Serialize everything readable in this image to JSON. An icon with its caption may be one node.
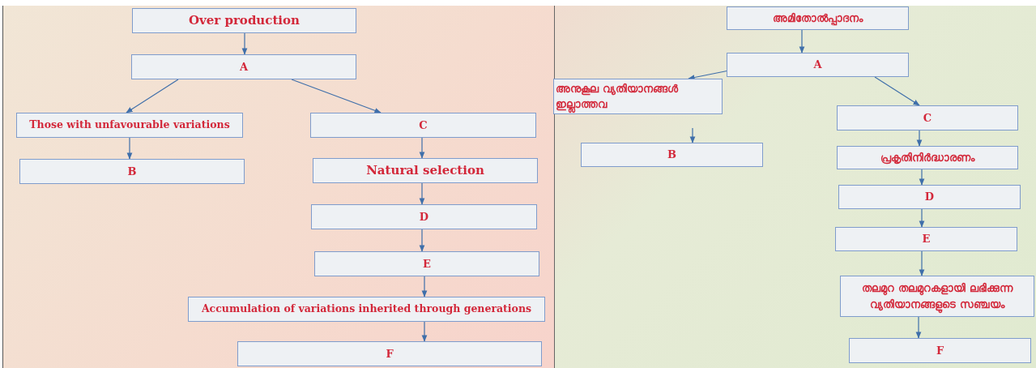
{
  "diagram": {
    "nodes": [
      {
        "text": [
          "Over production"
        ]
      },
      {
        "text": [
          "A"
        ]
      },
      {
        "text": [
          "Those with unfavourable variations"
        ]
      },
      {
        "text": [
          "C"
        ]
      },
      {
        "text": [
          "B"
        ]
      },
      {
        "text": [
          "Natural selection"
        ]
      },
      {
        "text": [
          "D"
        ]
      },
      {
        "text": [
          "E"
        ]
      },
      {
        "text": [
          "Accumulation of variations inherited through generations"
        ]
      },
      {
        "text": [
          "F"
        ]
      },
      {
        "text": [
          "അമിതോൽപ്പാദനം"
        ]
      },
      {
        "text": [
          "A"
        ]
      },
      {
        "text": [
          "അനുകൂല വ്യതിയാനങ്ങൾ ഇല്ലാത്തവ"
        ]
      },
      {
        "text": [
          "C"
        ]
      },
      {
        "text": [
          "B"
        ]
      },
      {
        "text": [
          "പ്രകൃതിനിർദ്ധാരണം"
        ]
      },
      {
        "text": [
          "D"
        ]
      },
      {
        "text": [
          "E"
        ]
      },
      {
        "text": [
          "തലമുറ തലമുറകളായി ലഭിക്കുന്ന വ്യതിയാനങ്ങളുടെ സഞ്ചയം"
        ]
      },
      {
        "text": [
          "F"
        ]
      }
    ],
    "edges": [
      {
        "from": 0,
        "to": 1,
        "arrow": "to"
      },
      {
        "from": 1,
        "to": 2,
        "arrow": "to"
      },
      {
        "from": 1,
        "to": 3,
        "arrow": "to"
      },
      {
        "from": 2,
        "to": 4,
        "arrow": "to"
      },
      {
        "from": 3,
        "to": 5,
        "arrow": "to"
      },
      {
        "from": 5,
        "to": 6,
        "arrow": "to"
      },
      {
        "from": 6,
        "to": 7,
        "arrow": "to"
      },
      {
        "from": 7,
        "to": 8,
        "arrow": "to"
      },
      {
        "from": 8,
        "to": 9,
        "arrow": "to"
      },
      {
        "from": 10,
        "to": 11,
        "arrow": "to"
      },
      {
        "from": 11,
        "to": 12,
        "arrow": "to"
      },
      {
        "from": 11,
        "to": 13,
        "arrow": "to"
      },
      {
        "from": null,
        "to": 14,
        "arrow": "to"
      },
      {
        "from": 13,
        "to": 15,
        "arrow": "to"
      },
      {
        "from": 15,
        "to": 16,
        "arrow": "to"
      },
      {
        "from": 16,
        "to": 17,
        "arrow": "to"
      },
      {
        "from": 17,
        "to": 18,
        "arrow": "to"
      },
      {
        "from": 18,
        "to": 19,
        "arrow": "to"
      }
    ]
  }
}
